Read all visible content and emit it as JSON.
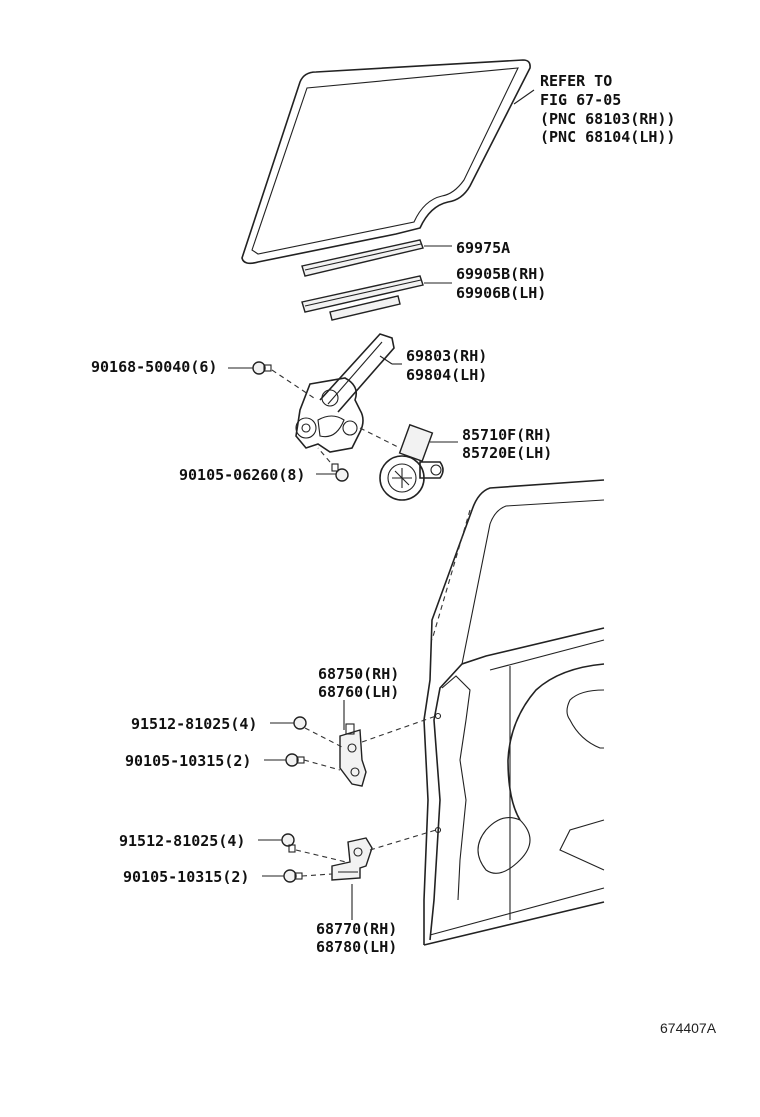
{
  "refer": {
    "line1": "REFER TO",
    "line2": "FIG 67-05",
    "line3": "(PNC 68103(RH))",
    "line4": "(PNC 68104(LH))"
  },
  "parts": {
    "p69975a": "69975A",
    "p69905b": "69905B(RH)",
    "p69906b": "69906B(LH)",
    "p90168": "90168-50040(6)",
    "p69803": "69803(RH)",
    "p69804": "69804(LH)",
    "p85710f": "85710F(RH)",
    "p85720e": "85720E(LH)",
    "p90105_06260": "90105-06260(8)",
    "p68750": "68750(RH)",
    "p68760": "68760(LH)",
    "p91512_a": "91512-81025(4)",
    "p90105_a": "90105-10315(2)",
    "p91512_b": "91512-81025(4)",
    "p90105_b": "90105-10315(2)",
    "p68770": "68770(RH)",
    "p68780": "68780(LH)"
  },
  "figure_number": "674407A"
}
